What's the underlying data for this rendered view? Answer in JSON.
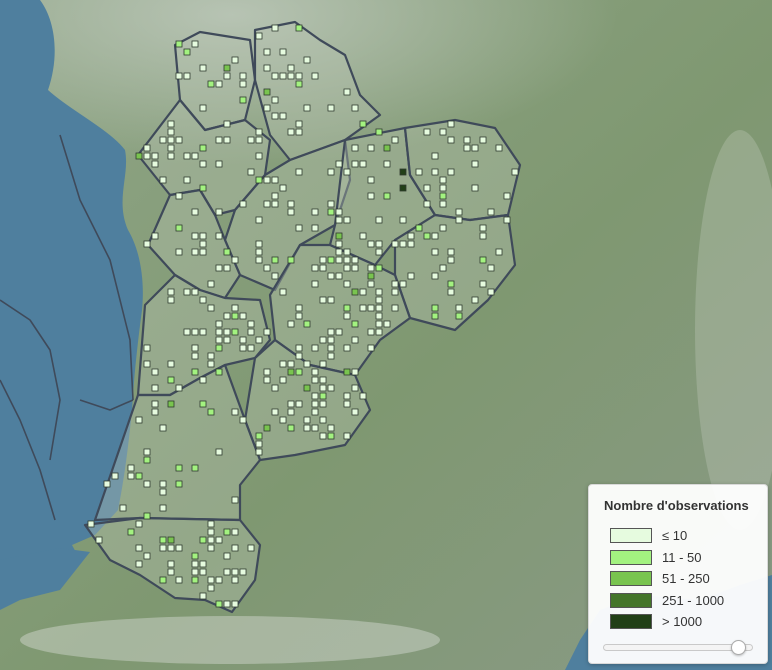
{
  "map": {
    "colors": {
      "sea": "#4f7f9e",
      "land": "#8fa58a",
      "region_fill": "#b9c7b4",
      "boundary": "#3f4a5a",
      "mountains": "#d8dcd4"
    }
  },
  "legend": {
    "title": "Nombre d'observations",
    "classes": [
      {
        "label": "≤ 10",
        "color": "#e6fbdf"
      },
      {
        "label": "11 - 50",
        "color": "#a3f280"
      },
      {
        "label": "51 - 250",
        "color": "#79c44f"
      },
      {
        "label": "251 - 1000",
        "color": "#44752a"
      },
      {
        "label": "> 1000",
        "color": "#213f17"
      }
    ],
    "opacity_slider": {
      "value_fraction": 0.9
    }
  }
}
